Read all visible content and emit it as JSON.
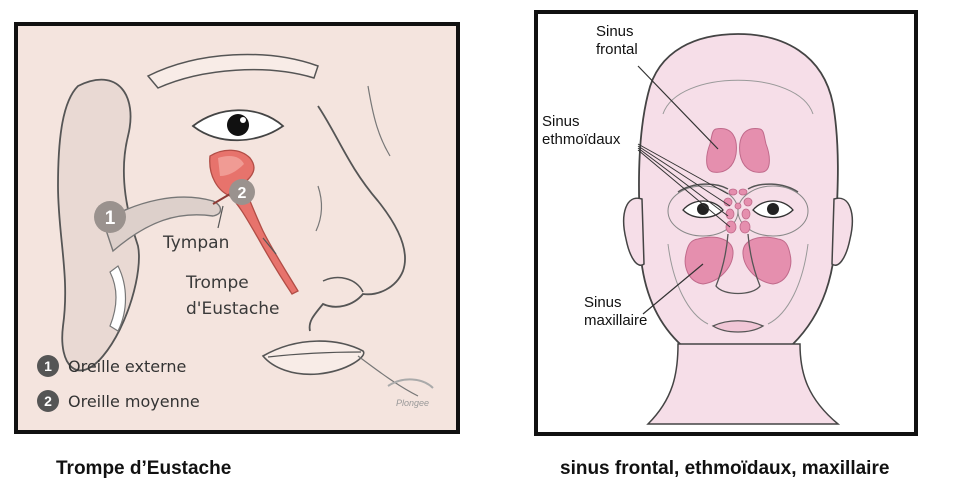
{
  "left_figure": {
    "labels": {
      "tympan": "Tympan",
      "trompe_line1": "Trompe",
      "trompe_line2": "d'Eustache"
    },
    "markers": {
      "one": "1",
      "two": "2"
    },
    "legend": [
      {
        "num": "1",
        "text": "Oreille externe"
      },
      {
        "num": "2",
        "text": "Oreille moyenne"
      }
    ],
    "watermark": "Plongee",
    "caption": "Trompe d’Eustache"
  },
  "right_figure": {
    "labels": {
      "frontal_line1": "Sinus",
      "frontal_line2": "frontal",
      "ethmoid_line1": "Sinus",
      "ethmoid_line2": "ethmoïdaux",
      "maxillary_line1": "Sinus",
      "maxillary_line2": "maxillaire"
    },
    "caption": "sinus frontal, ethmoïdaux, maxillaire"
  },
  "colors": {
    "skin_left": "#f4e4de",
    "skin_right": "#f6dee8",
    "sinus_pink": "#e58fae",
    "eustachian_red": "#e7736c",
    "ear_shade": "#c7bcb7"
  }
}
